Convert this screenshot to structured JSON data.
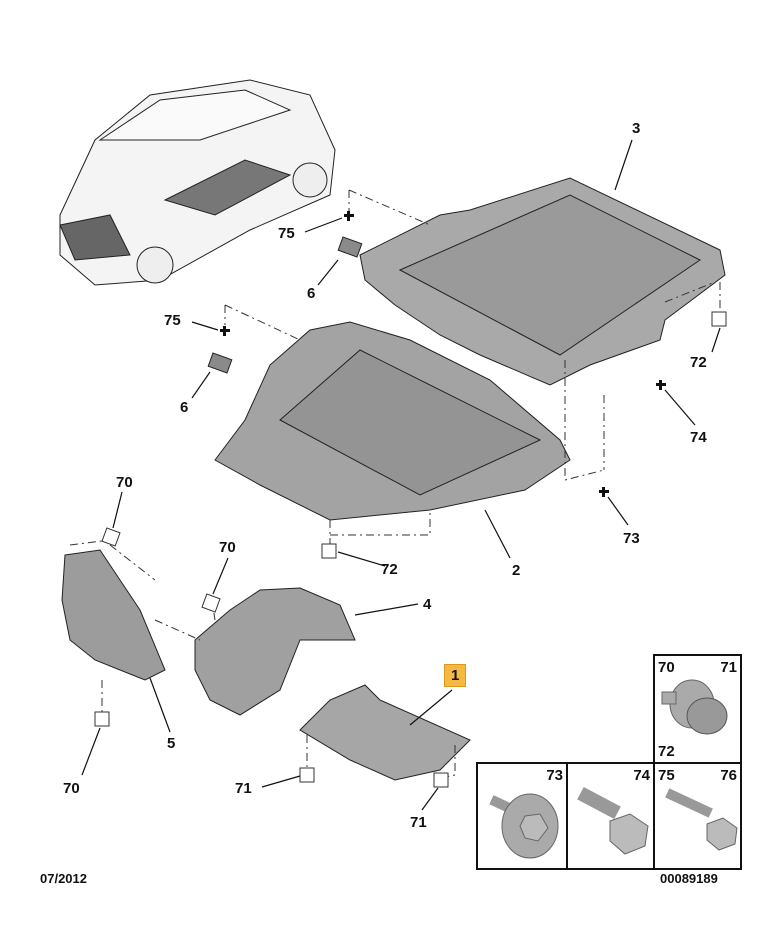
{
  "diagram": {
    "date": "07/2012",
    "reference": "00089189",
    "highlighted_part": "1",
    "callouts": {
      "c3": "3",
      "c75a": "75",
      "c6a": "6",
      "c75b": "75",
      "c6b": "6",
      "c72a": "72",
      "c74": "74",
      "c2": "2",
      "c73": "73",
      "c72b": "72",
      "c70a": "70",
      "c70b": "70",
      "c4": "4",
      "c1": "1",
      "c5": "5",
      "c70c": "70",
      "c71a": "71",
      "c71b": "71"
    },
    "fastener_table": {
      "clip": {
        "tl": "70",
        "tr": "71",
        "bl": "72"
      },
      "screw73": "73",
      "bolt74": "74",
      "bolt75": {
        "l": "75",
        "r": "76"
      }
    }
  }
}
